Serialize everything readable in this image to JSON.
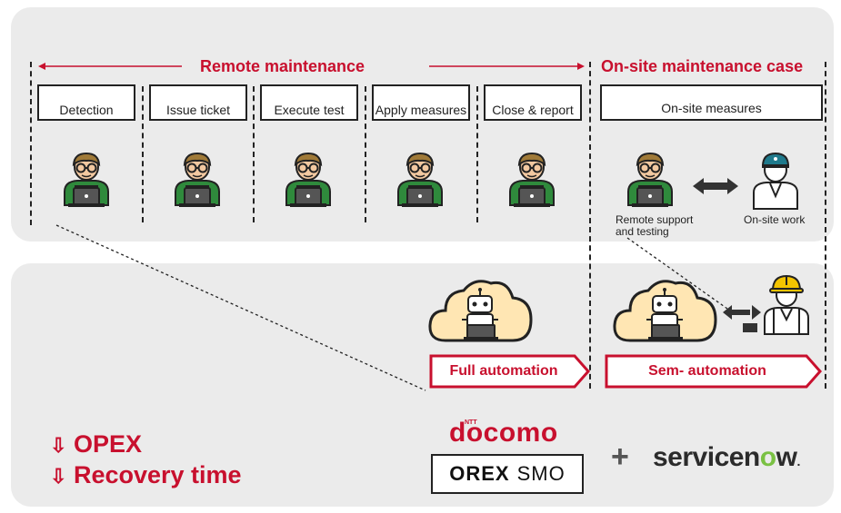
{
  "header": {
    "remote_title": "Remote maintenance",
    "onsite_title": "On-site maintenance case"
  },
  "steps": [
    {
      "label": "Detection"
    },
    {
      "label": "Issue ticket"
    },
    {
      "label": "Execute test"
    },
    {
      "label": "Apply measures"
    },
    {
      "label": "Close & report"
    },
    {
      "label": "On-site measures"
    }
  ],
  "onsite": {
    "remote_note": "Remote support and testing",
    "work_note": "On-site work"
  },
  "automation": {
    "full": "Full automation",
    "semi": "Sem- automation"
  },
  "benefits": [
    {
      "arrow": "⇩",
      "text": "OPEX"
    },
    {
      "arrow": "⇩",
      "text": "Recovery time"
    }
  ],
  "logos": {
    "ntt": "NTT",
    "docomo": "docomo",
    "orex": "OREX",
    "smo": "SMO",
    "plus": "+",
    "servicenow_main": "servicen",
    "servicenow_o": "o",
    "servicenow_end": "w",
    "servicenow_dot": "."
  },
  "colors": {
    "accent": "#c8102e",
    "panel": "#ebebeb",
    "shirt": "#2f8a3c",
    "skin": "#f2c8a0",
    "hair": "#a07a38",
    "cloud": "#ffe6b3",
    "helmet": "#f4c400",
    "cap": "#1f7a8c",
    "servicenow_green": "#7ac143"
  }
}
